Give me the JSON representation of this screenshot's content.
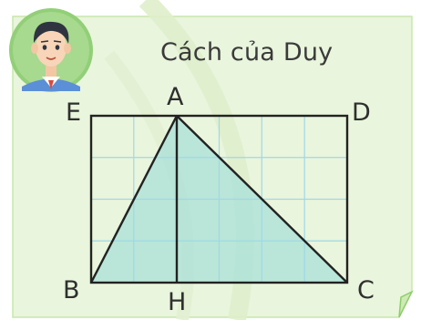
{
  "card": {
    "title": "Cách của Duy",
    "avatar_icon": "boy-avatar-icon",
    "background_color": "#e9f5dc",
    "accent_color": "#7bc25a"
  },
  "diagram": {
    "grid_columns": 6,
    "grid_rows": 4,
    "grid_line_color": "#9fd8e8",
    "fill_color": "#a8e0d8",
    "labels": {
      "E": "E",
      "A": "A",
      "D": "D",
      "B": "B",
      "H": "H",
      "C": "C"
    }
  }
}
